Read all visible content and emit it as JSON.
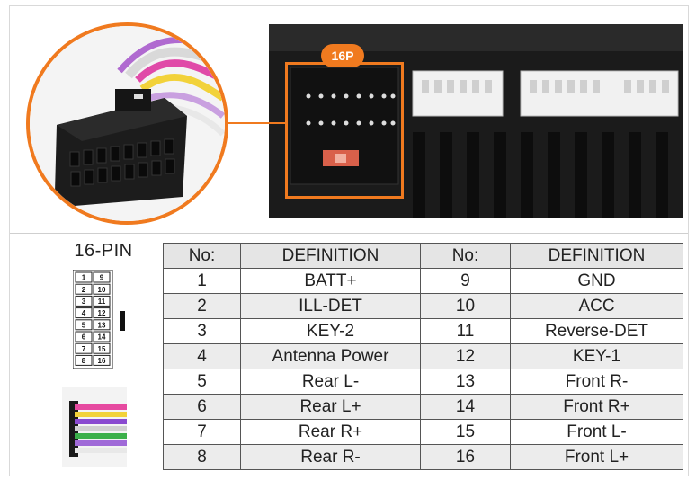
{
  "photo": {
    "badge_label": "16P"
  },
  "pinout": {
    "title": "16-PIN",
    "diagram_numbers": [
      [
        "1",
        "9"
      ],
      [
        "2",
        "10"
      ],
      [
        "3",
        "11"
      ],
      [
        "4",
        "12"
      ],
      [
        "5",
        "13"
      ],
      [
        "6",
        "14"
      ],
      [
        "7",
        "15"
      ],
      [
        "8",
        "16"
      ]
    ]
  },
  "table": {
    "headers": [
      "No:",
      "DEFINITION",
      "No:",
      "DEFINITION"
    ],
    "rows": [
      {
        "no_a": "1",
        "def_a": "BATT+",
        "no_b": "9",
        "def_b": "GND"
      },
      {
        "no_a": "2",
        "def_a": "ILL-DET",
        "no_b": "10",
        "def_b": "ACC"
      },
      {
        "no_a": "3",
        "def_a": "KEY-2",
        "no_b": "11",
        "def_b": "Reverse-DET"
      },
      {
        "no_a": "4",
        "def_a": "Antenna Power",
        "no_b": "12",
        "def_b": "KEY-1"
      },
      {
        "no_a": "5",
        "def_a": "Rear L-",
        "no_b": "13",
        "def_b": "Front R-"
      },
      {
        "no_a": "6",
        "def_a": "Rear L+",
        "no_b": "14",
        "def_b": "Front R+"
      },
      {
        "no_a": "7",
        "def_a": "Rear R+",
        "no_b": "15",
        "def_b": "Front L-"
      },
      {
        "no_a": "8",
        "def_a": "Rear R-",
        "no_b": "16",
        "def_b": "Front L+"
      }
    ]
  },
  "colors": {
    "accent": "#f07a1f",
    "table_header_bg": "#e5e5e5",
    "table_row_alt_bg": "#ececec"
  }
}
